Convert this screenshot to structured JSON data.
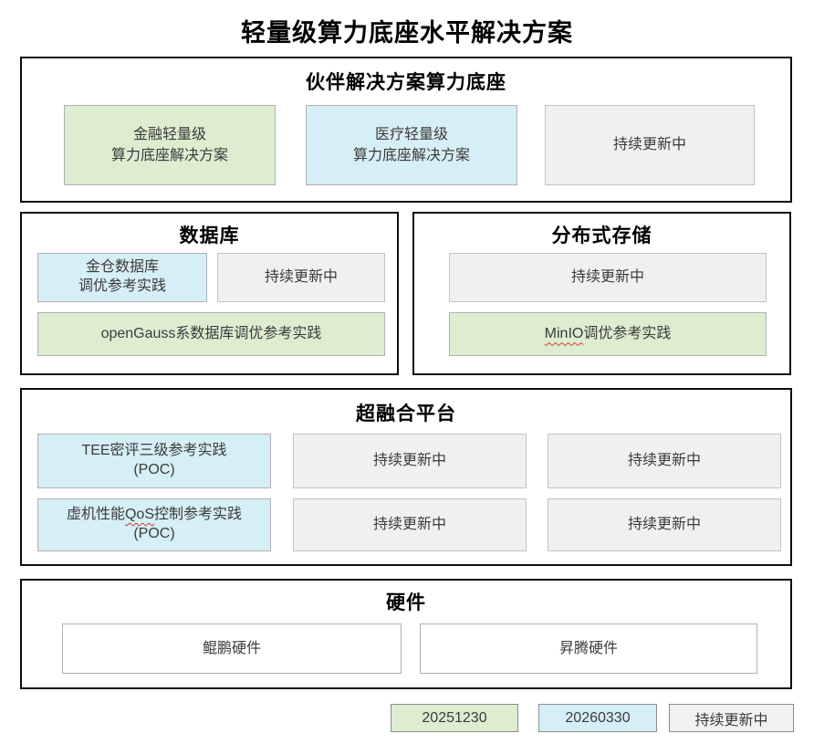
{
  "title": "轻量级算力底座水平解决方案",
  "common": {
    "updating": "持续更新中"
  },
  "sections": {
    "partner": {
      "header": "伙伴解决方案算力底座",
      "finance_line1": "金融轻量级",
      "finance_line2": "算力底座解决方案",
      "medical_line1": "医疗轻量级",
      "medical_line2": "算力底座解决方案"
    },
    "database": {
      "header": "数据库",
      "kingbase_line1": "金仓数据库",
      "kingbase_line2": "调优参考实践",
      "opengauss": "openGauss系数据库调优参考实践"
    },
    "storage": {
      "header": "分布式存储",
      "minio_brand": "MinIO",
      "minio_rest": "调优参考实践"
    },
    "hci": {
      "header": "超融合平台",
      "tee_line1": "TEE密评三级参考实践",
      "tee_line2": "(POC)",
      "qos_line1_pre": "虚机性能",
      "qos_line1_brand": "QoS",
      "qos_line1_post": "控制参考实践",
      "qos_line2": "(POC)"
    },
    "hardware": {
      "header": "硬件",
      "kunpeng": "鲲鹏硬件",
      "ascend": "昇腾硬件"
    }
  },
  "legend": {
    "date_green": "20251230",
    "date_blue": "20260330",
    "updating": "持续更新中"
  },
  "colors": {
    "green": "#dcedd0",
    "blue": "#d6eef5",
    "gray": "#f0f0ef",
    "white": "#ffffff",
    "section_border": "#0d0d0d",
    "spellcheck_red": "#d83a2b"
  }
}
